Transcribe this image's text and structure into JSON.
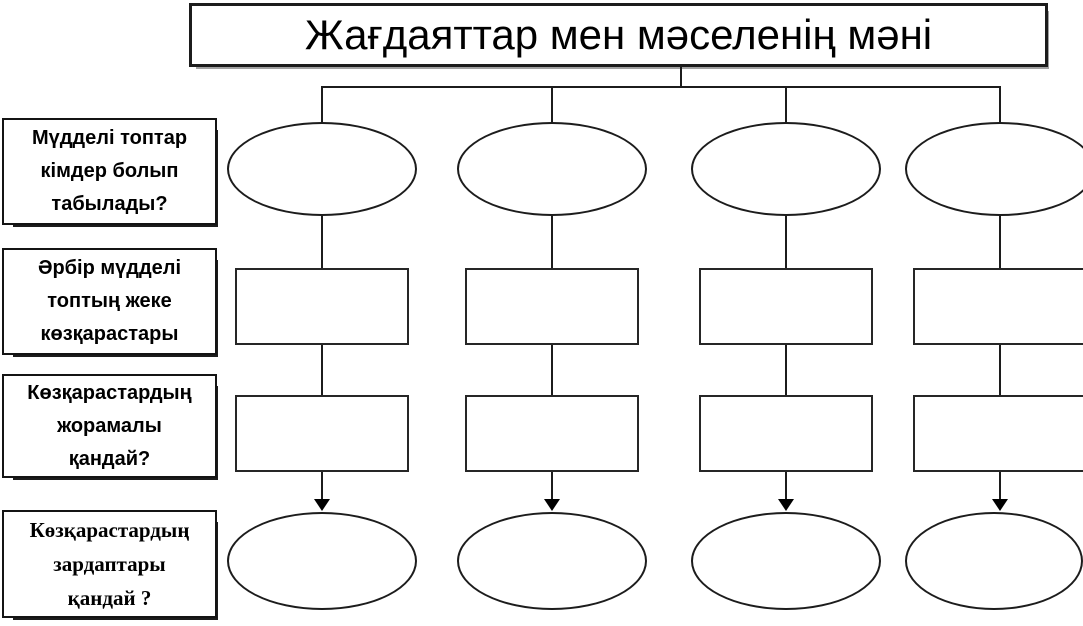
{
  "title": {
    "text": "Жағдаяттар мен мәселенің мәні"
  },
  "row_labels": [
    {
      "id": "stakeholders",
      "text": "Мүдделі  топтар\nкімдер болып\nтабылады?"
    },
    {
      "id": "viewpoints",
      "text": "Әрбір мүдделі\nтоптың  жеке\nкөзқарастары"
    },
    {
      "id": "assumptions",
      "text": "Көзқарастардың\nжорамалы\nқандай?"
    },
    {
      "id": "consequences",
      "text": "Көзқарастардың\nзардаптары\nқандай ?"
    }
  ],
  "structure": {
    "columns": 4,
    "rows_per_column": [
      "ellipse",
      "rectangle",
      "rectangle",
      "ellipse"
    ],
    "shape_fill": "#ffffff",
    "line_color": "#1c1c1c",
    "text_color": "#000000",
    "background": "#ffffff",
    "arrow_rows": "between row 3 rectangles and row 4 ellipses"
  }
}
